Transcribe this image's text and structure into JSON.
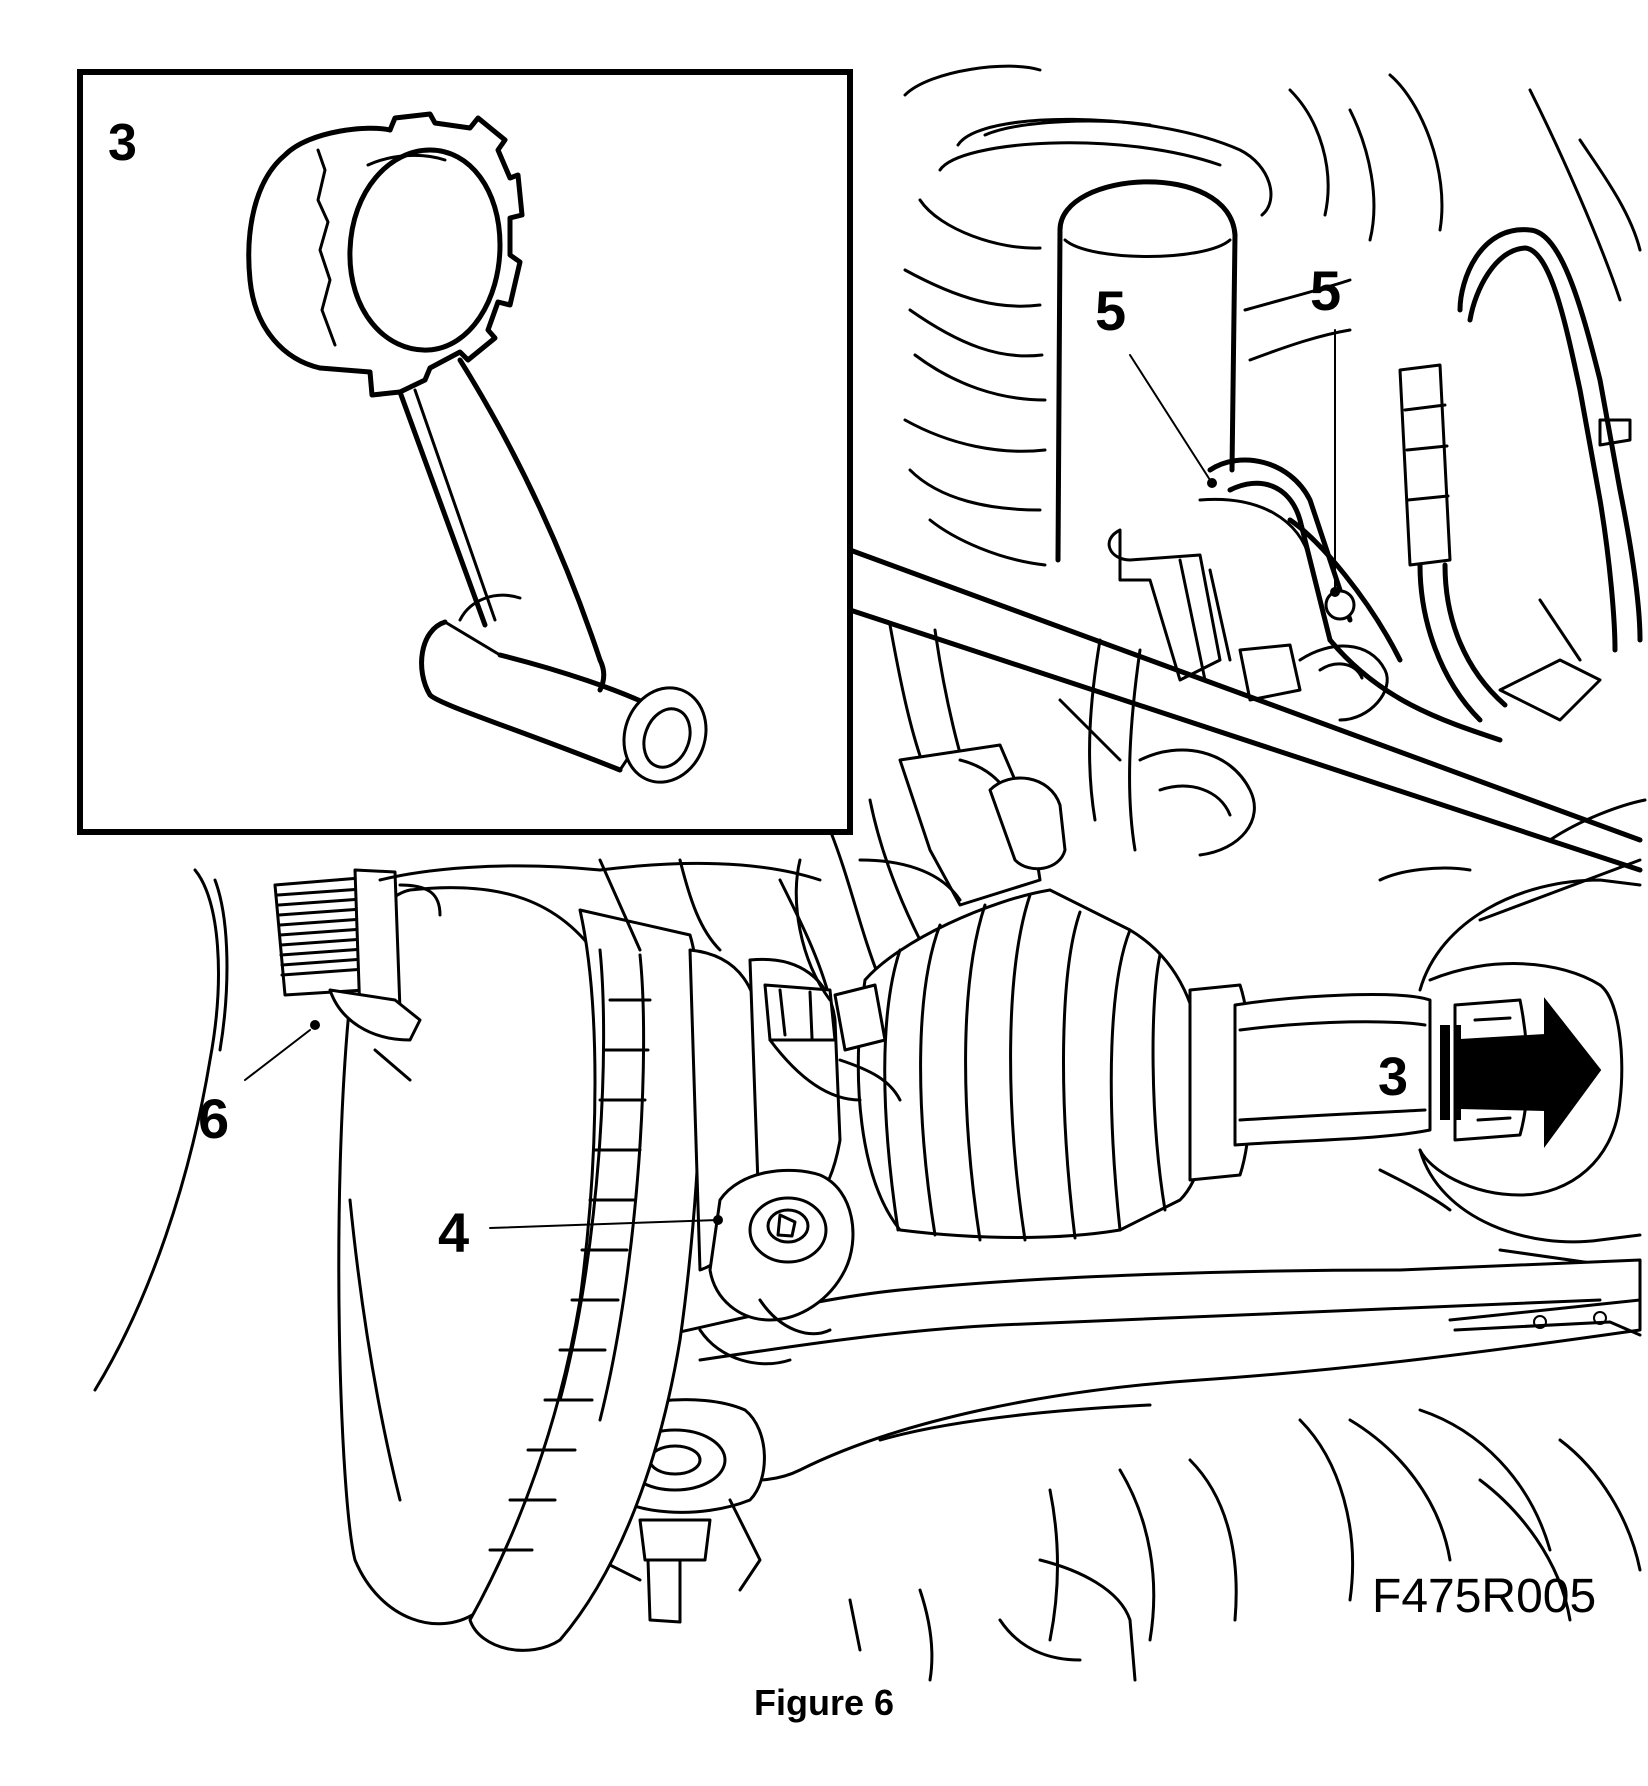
{
  "callouts": {
    "inset_tool": "3",
    "balljoint_wrench": "3",
    "bolt_left": "5",
    "bolt_right": "5",
    "pinch_bolt": "4",
    "hub_nut": "6"
  },
  "figure_code": "F475R005",
  "caption": "Figure 6"
}
